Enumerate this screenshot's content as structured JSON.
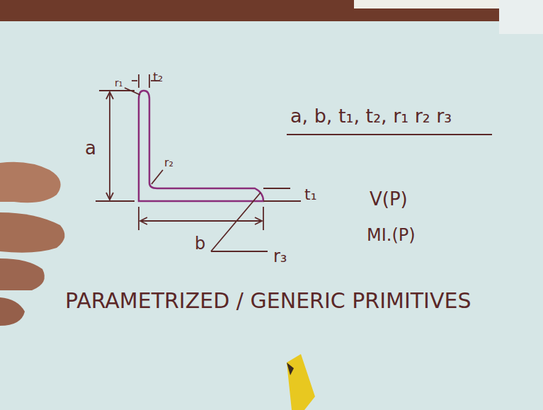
{
  "diagram": {
    "labels": [
      "t₂",
      "r₁",
      "a",
      "r₂",
      "t₁",
      "b",
      "r₃",
      "a, b, t₁, t₂, r₁ r₂ r₃",
      "V(P)",
      "MI.(P)",
      "PARAMETRIZED / GENERIC PRIMITIVES"
    ]
  }
}
